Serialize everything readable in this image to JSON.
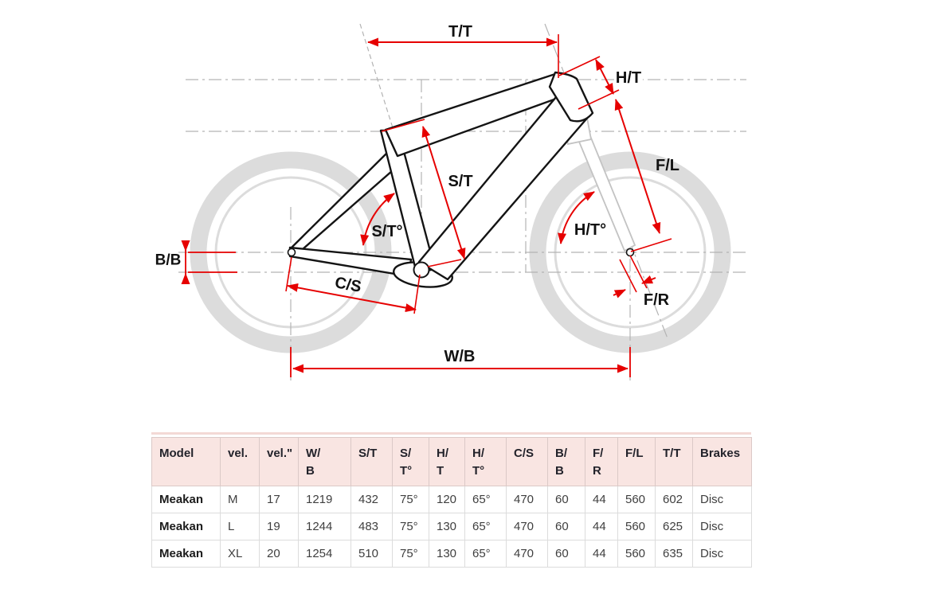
{
  "diagram": {
    "labels": {
      "tt": "T/T",
      "ht": "H/T",
      "fl": "F/L",
      "st": "S/T",
      "st_angle": "S/T°",
      "ht_angle": "H/T°",
      "bb": "B/B",
      "cs": "C/S",
      "fr": "F/R",
      "wb": "W/B"
    },
    "colors": {
      "dimension_red": "#e60000",
      "frame_black": "#141414",
      "wheel_gray": "#dcdcdc",
      "fork_gray": "#c3c3c3",
      "guide_gray": "#b3b3b3"
    }
  },
  "table": {
    "header_bg": "#f9e5e2",
    "headers": [
      "Model",
      "vel.",
      "vel.\"",
      "W/\nB",
      "S/T",
      "S/\nT°",
      "H/\nT",
      "H/\nT°",
      "C/S",
      "B/\nB",
      "F/\nR",
      "F/L",
      "T/T",
      "Brakes"
    ],
    "rows": [
      [
        "Meakan",
        "M",
        "17",
        "1219",
        "432",
        "75°",
        "120",
        "65°",
        "470",
        "60",
        "44",
        "560",
        "602",
        "Disc"
      ],
      [
        "Meakan",
        "L",
        "19",
        "1244",
        "483",
        "75°",
        "130",
        "65°",
        "470",
        "60",
        "44",
        "560",
        "625",
        "Disc"
      ],
      [
        "Meakan",
        "XL",
        "20",
        "1254",
        "510",
        "75°",
        "130",
        "65°",
        "470",
        "60",
        "44",
        "560",
        "635",
        "Disc"
      ]
    ]
  }
}
